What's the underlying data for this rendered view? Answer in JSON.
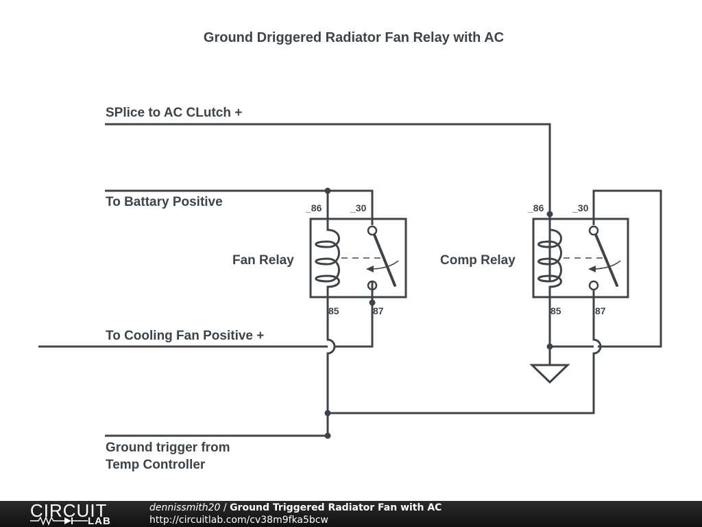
{
  "title": "Ground Driggered Radiator Fan Relay with AC",
  "wire_color": "#3d4449",
  "labels": {
    "splice": "SPlice to AC CLutch +",
    "battery": "To Battary Positive",
    "cooling_fan": "To Cooling Fan Positive +",
    "ground_trigger_line1": "Ground trigger from",
    "ground_trigger_line2": "Temp Controller"
  },
  "relays": [
    {
      "name": "Fan Relay",
      "pins": {
        "p86": "_86",
        "p30": "_30",
        "p85": "85",
        "p87": "87"
      }
    },
    {
      "name": "Comp Relay",
      "pins": {
        "p86": "_86",
        "p30": "_30",
        "p85": "85",
        "p87": "87"
      }
    }
  ],
  "footer": {
    "logo_top": "CIRCUIT",
    "logo_bottom": "LAB",
    "user": "dennissmith20",
    "separator": " / ",
    "project": "Ground Triggered Radiator Fan with AC",
    "url": "http://circuitlab.com/cv38m9fka5bcw",
    "background": "#1a1a1a"
  }
}
